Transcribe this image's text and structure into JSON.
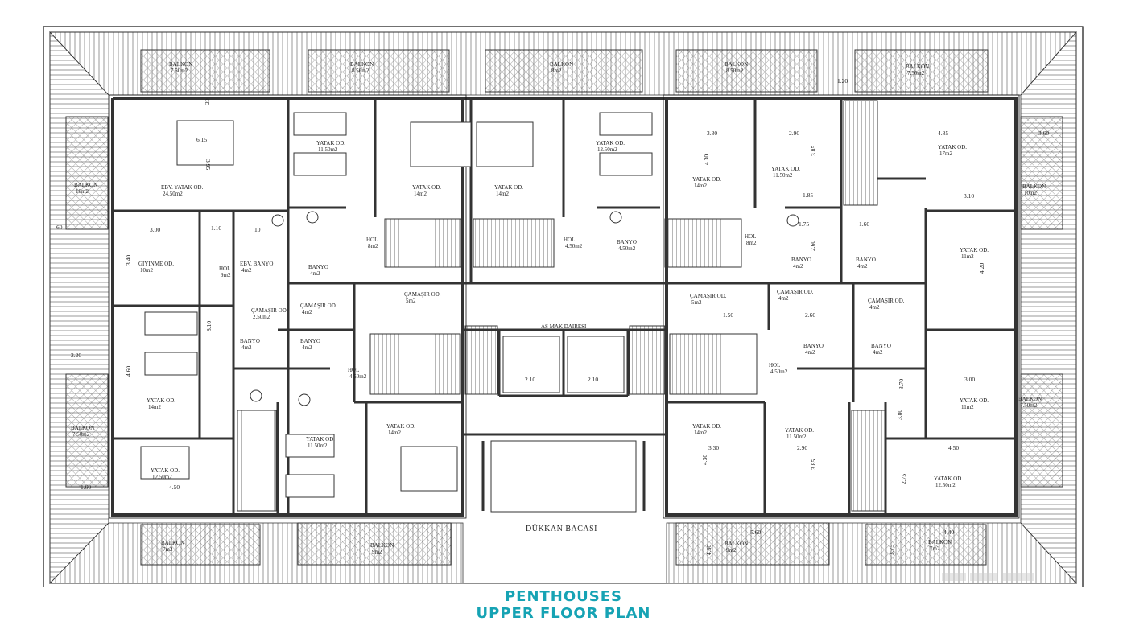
{
  "plan": {
    "title_line1": "PENTHOUSES",
    "title_line2": "UPPER FLOOR PLAN",
    "shaft_label": "DÜKKAN BACASI",
    "elevator_label": "AS MAK DAIRESI"
  },
  "rooms": [
    {
      "id": "r1",
      "name": "BALKON",
      "area": "7.50m2"
    },
    {
      "id": "r2",
      "name": "BALKON",
      "area": "8.50m2"
    },
    {
      "id": "r3",
      "name": "BALKON",
      "area": "8m2"
    },
    {
      "id": "r4",
      "name": "BALKON",
      "area": "8.50m2"
    },
    {
      "id": "r5",
      "name": "BALKON",
      "area": "7.50m2"
    },
    {
      "id": "r6",
      "name": "BALKON",
      "area": "10m2"
    },
    {
      "id": "r7",
      "name": "EBV. YATAK OD.",
      "area": "24.50m2"
    },
    {
      "id": "r8",
      "name": "YATAK OD.",
      "area": "11.50m2"
    },
    {
      "id": "r9",
      "name": "YATAK OD.",
      "area": "14m2"
    },
    {
      "id": "r10",
      "name": "YATAK OD.",
      "area": "14m2"
    },
    {
      "id": "r11",
      "name": "YATAK OD.",
      "area": "12.50m2"
    },
    {
      "id": "r12",
      "name": "YATAK OD.",
      "area": "14m2"
    },
    {
      "id": "r13",
      "name": "YATAK OD.",
      "area": "11.50m2"
    },
    {
      "id": "r14",
      "name": "YATAK OD.",
      "area": "17m2"
    },
    {
      "id": "r15",
      "name": "BALKON",
      "area": "10m2"
    },
    {
      "id": "r16",
      "name": "GIYINME OD.",
      "area": "10m2"
    },
    {
      "id": "r17",
      "name": "HOL",
      "area": "9m2"
    },
    {
      "id": "r18",
      "name": "EBV. BANYO",
      "area": "4m2"
    },
    {
      "id": "r19",
      "name": "BANYO",
      "area": "4m2"
    },
    {
      "id": "r20",
      "name": "HOL",
      "area": "8m2"
    },
    {
      "id": "r21",
      "name": "HOL",
      "area": "4.50m2"
    },
    {
      "id": "r22",
      "name": "BANYO",
      "area": "4.50m2"
    },
    {
      "id": "r23",
      "name": "HOL",
      "area": "8m2"
    },
    {
      "id": "r24",
      "name": "BANYO",
      "area": "4m2"
    },
    {
      "id": "r25",
      "name": "BANYO",
      "area": "4m2"
    },
    {
      "id": "r26",
      "name": "YATAK OD.",
      "area": "11m2"
    },
    {
      "id": "r27",
      "name": "ÇAMAŞIR OD.",
      "area": "5m2"
    },
    {
      "id": "r28",
      "name": "ÇAMAŞIR OD.",
      "area": "4m2"
    },
    {
      "id": "r29",
      "name": "ÇAMAŞIR OD.",
      "area": "2.50m2"
    },
    {
      "id": "r30",
      "name": "ÇAMAŞIR OD.",
      "area": "5m2"
    },
    {
      "id": "r31",
      "name": "ÇAMAŞIR OD.",
      "area": "4m2"
    },
    {
      "id": "r32",
      "name": "ÇAMAŞIR OD.",
      "area": "4m2"
    },
    {
      "id": "r33",
      "name": "BANYO",
      "area": "4m2"
    },
    {
      "id": "r34",
      "name": "BANYO",
      "area": "4m2"
    },
    {
      "id": "r35",
      "name": "HOL",
      "area": "4.50m2"
    },
    {
      "id": "r36",
      "name": "HOL",
      "area": "4.50m2"
    },
    {
      "id": "r37",
      "name": "BANYO",
      "area": "4m2"
    },
    {
      "id": "r38",
      "name": "BANYO",
      "area": "4m2"
    },
    {
      "id": "r39",
      "name": "YATAK OD.",
      "area": "14m2"
    },
    {
      "id": "r40",
      "name": "YATAK OD.",
      "area": "11.50m2"
    },
    {
      "id": "r41",
      "name": "YATAK OD.",
      "area": "14m2"
    },
    {
      "id": "r42",
      "name": "YATAK OD.",
      "area": "14m2"
    },
    {
      "id": "r43",
      "name": "YATAK OD.",
      "area": "11.50m2"
    },
    {
      "id": "r44",
      "name": "YATAK OD.",
      "area": "11m2"
    },
    {
      "id": "r45",
      "name": "BALKON",
      "area": "7.50m2"
    },
    {
      "id": "r46",
      "name": "BALKON",
      "area": "7.50m2"
    },
    {
      "id": "r47",
      "name": "YATAK OD.",
      "area": "12.50m2"
    },
    {
      "id": "r48",
      "name": "YATAK OD.",
      "area": "12.50m2"
    },
    {
      "id": "r49",
      "name": "BALKON",
      "area": "7m2"
    },
    {
      "id": "r50",
      "name": "BALKON",
      "area": "9m2"
    },
    {
      "id": "r51",
      "name": "BALKON",
      "area": "9m2"
    },
    {
      "id": "r52",
      "name": "BALKON",
      "area": "7m2"
    }
  ],
  "dimensions": [
    "6.15",
    "3.95",
    "3.00",
    "3.40",
    "8.10",
    "4.60",
    "4.50",
    "3.30",
    "4.30",
    "2.90",
    "3.85",
    "4.85",
    "3.10",
    "1.85",
    "1.75",
    "1.60",
    "2.60",
    "4.20",
    "2.10",
    "2.10",
    "3.00",
    "3.70",
    "4.50",
    "3.30",
    "2.90",
    "4.30",
    "3.85",
    "2.75",
    "1.20",
    "1.10",
    "1.50",
    "2.60",
    "5.60",
    "4.40",
    "3.60",
    "2.20",
    "1.60",
    "3.80",
    "4.80",
    "3.75",
    "20",
    "10",
    "60"
  ]
}
